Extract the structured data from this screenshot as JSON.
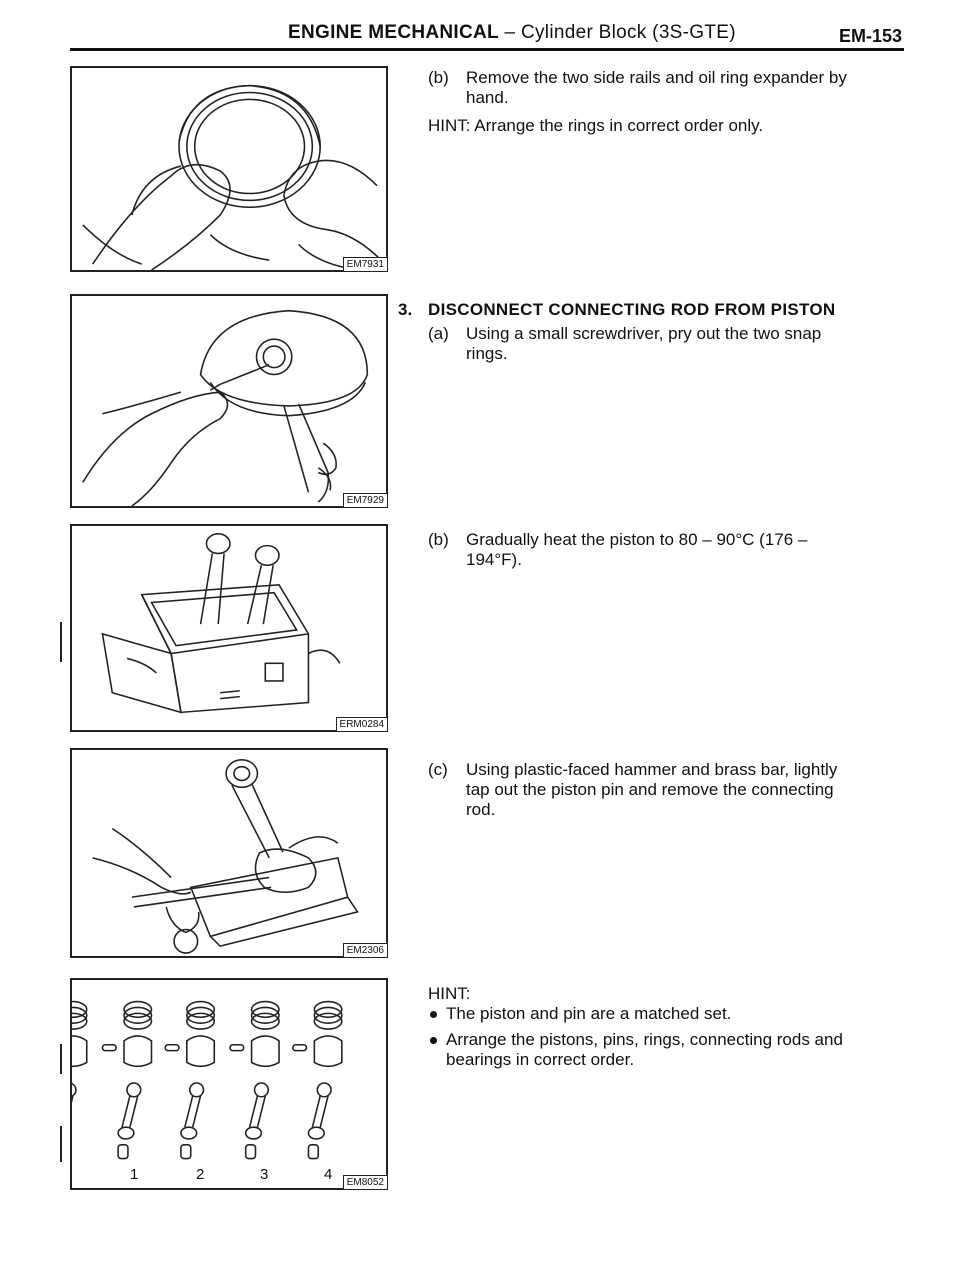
{
  "header": {
    "section": "ENGINE MECHANICAL",
    "subtitle": "– Cylinder Block (3S-GTE)",
    "page": "EM-153"
  },
  "figures": [
    {
      "code": "EM7931",
      "icon": "piston-ring-removal-hands"
    },
    {
      "code": "EM7929",
      "icon": "snap-ring-screwdriver"
    },
    {
      "code": "ERM0284",
      "icon": "piston-heater-bath"
    },
    {
      "code": "EM2306",
      "icon": "piston-pin-hammer-brass-bar"
    },
    {
      "code": "EM8052",
      "icon": "piston-sets-ordered",
      "labels": [
        "1",
        "2",
        "3",
        "4"
      ]
    }
  ],
  "sections": {
    "step2b": {
      "marker": "(b)",
      "text1": "Remove the two side rails and oil ring expander by",
      "text2": "hand.",
      "hint": "HINT:  Arrange the rings in correct order only."
    },
    "step3": {
      "number": "3.",
      "title": "DISCONNECT CONNECTING ROD FROM PISTON",
      "a_marker": "(a)",
      "a_text1": "Using a small screwdriver, pry out the two snap",
      "a_text2": "rings.",
      "b_marker": "(b)",
      "b_text1": "Gradually heat the piston to 80 – 90°C (176 –",
      "b_text2": "194°F).",
      "c_marker": "(c)",
      "c_text1": "Using plastic-faced hammer and brass bar, lightly",
      "c_text2": "tap out the piston pin and remove the connecting",
      "c_text3": "rod."
    },
    "hint_final": {
      "label": "HINT:",
      "bullet1": "The piston and pin are a matched set.",
      "bullet2_line1": "Arrange the pistons, pins, rings, connecting rods and",
      "bullet2_line2": "bearings in correct order."
    }
  }
}
